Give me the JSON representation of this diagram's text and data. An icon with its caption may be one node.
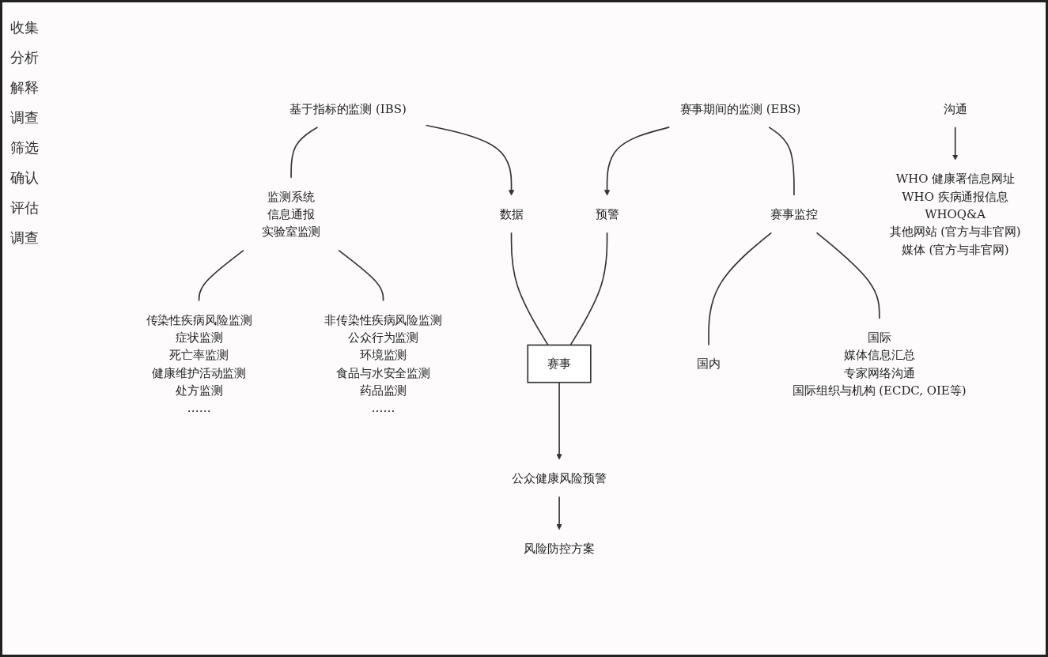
{
  "diagram": {
    "nodes": [
      {
        "text": [
          "基于指标的监测 (IBS)"
        ]
      },
      {
        "text": [
          "赛事期间的监测 (EBS)"
        ]
      },
      {
        "text": [
          "监测系统",
          "信息通报",
          "实验室监测"
        ]
      },
      {
        "text": [
          "数据"
        ]
      },
      {
        "text": [
          "预警"
        ]
      },
      {
        "text": [
          "赛事"
        ]
      },
      {
        "text": [
          "公众健康风险预警"
        ]
      },
      {
        "text": [
          "风险防控方案"
        ]
      },
      {
        "text": [
          "赛事监控"
        ]
      },
      {
        "text": [
          "国内"
        ]
      },
      {
        "text": [
          "国际",
          "媒体信息汇总",
          "专家网络沟通",
          "国际组织与机构 (ECDC, OIE等)"
        ]
      },
      {
        "text": [
          "传染性疾病风险监测",
          "症状监测",
          "死亡率监测",
          "健康维护活动监测",
          "处方监测",
          "……"
        ]
      },
      {
        "text": [
          "非传染性疾病风险监测",
          "公众行为监测",
          "环境监测",
          "食品与水安全监测",
          "药品监测",
          "……"
        ]
      },
      {
        "text": [
          "沟通"
        ]
      },
      {
        "text": [
          "WHO 健康署信息网址",
          "WHO 疾病通报信息",
          "WHOQ&A",
          "其他网站 (官方与非官网)",
          "媒体 (官方与非官网)"
        ]
      }
    ],
    "edges": [
      {
        "from": 0,
        "to": 2,
        "arrow": "none"
      },
      {
        "from": 0,
        "to": 3,
        "arrow": "to"
      },
      {
        "from": 1,
        "to": 4,
        "arrow": "to"
      },
      {
        "from": 1,
        "to": 8,
        "arrow": "none"
      },
      {
        "from": 3,
        "to": 5,
        "arrow": "none"
      },
      {
        "from": 4,
        "to": 5,
        "arrow": "none"
      },
      {
        "from": 5,
        "to": 6,
        "arrow": "to"
      },
      {
        "from": 6,
        "to": 7,
        "arrow": "to"
      },
      {
        "from": 8,
        "to": 9,
        "arrow": "none"
      },
      {
        "from": 8,
        "to": 10,
        "arrow": "none"
      },
      {
        "from": 2,
        "to": 11,
        "arrow": "none"
      },
      {
        "from": 2,
        "to": 12,
        "arrow": "none"
      },
      {
        "from": 13,
        "to": 14,
        "arrow": "to"
      }
    ],
    "labels": [
      "收集",
      "分析",
      "解释",
      "调查",
      "筛选",
      "确认",
      "评估",
      "调查"
    ]
  }
}
